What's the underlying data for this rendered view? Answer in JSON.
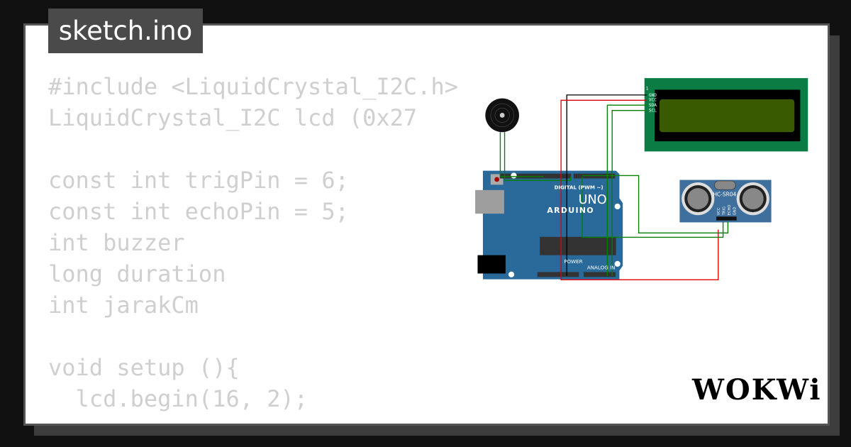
{
  "title": "sketch.ino",
  "code_lines": [
    "#include <LiquidCrystal_I2C.h>",
    "LiquidCrystal_I2C lcd (0x27",
    "",
    "const int trigPin = 6;",
    "const int echoPin = 5;",
    "int buzzer",
    "long duration",
    "int jarakCm",
    "",
    "void setup (){",
    "  lcd.begin(16, 2);"
  ],
  "lcd": {
    "pins": [
      "GND",
      "VCC",
      "SDA",
      "SCL"
    ],
    "pin1": "1"
  },
  "sensor": {
    "name": "HC-SR04",
    "pins": [
      "VCC",
      "TRIG",
      "ECHO",
      "GND"
    ]
  },
  "arduino": {
    "brand": "ARDUINO",
    "model": "UNO",
    "digital": "DIGITAL (PWM ~)",
    "power": "POWER",
    "analog": "ANALOG IN"
  },
  "logo": "WOKWi",
  "colors": {
    "background": "#111111",
    "lcd_board": "#0b7d44",
    "arduino": "#2a6a9a",
    "wire_green": "#008000",
    "wire_red": "#e00000"
  }
}
